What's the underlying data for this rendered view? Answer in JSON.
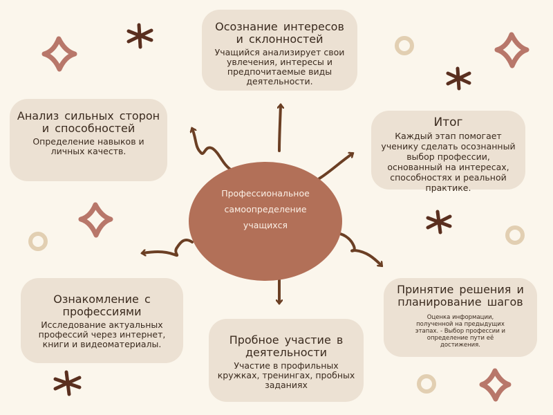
{
  "center": {
    "line1": "Профессиональное",
    "line2": "самоопределение",
    "line3": "учащихся"
  },
  "nodes": {
    "interests": {
      "title": "Осознание интересов и склонностей",
      "desc": "Учащийся анализирует свои увлечения, интересы и предпочитаемые виды деятельности."
    },
    "strengths": {
      "title": "Анализ сильных сторон и способностей",
      "desc": "Определение навыков и личных качеств."
    },
    "result": {
      "title": "Итог",
      "desc": "Каждый этап помогает ученику сделать осознанный выбор профессии, основанный на интересах, способностях и реальной практике."
    },
    "acquaintance": {
      "title": "Ознакомление с профессиями",
      "desc": "Исследование актуальных профессий через интернет, книги и видеоматериалы."
    },
    "trial": {
      "title": "Пробное участие в деятельности",
      "desc": "Участие в профильных кружках, тренингах, пробных заданиях"
    },
    "decision": {
      "title": "Принятие решения и планирование шагов",
      "desc": "Оценка информации, полученной на предыдущих этапах. - Выбор профессии и определение пути её достижения."
    }
  },
  "colors": {
    "background": "#fbf6ec",
    "card": "#ece1d3",
    "center": "#b27058",
    "arrow": "#6b3f24",
    "sparkle": "#b8776a",
    "ring": "#e2cfb2"
  }
}
